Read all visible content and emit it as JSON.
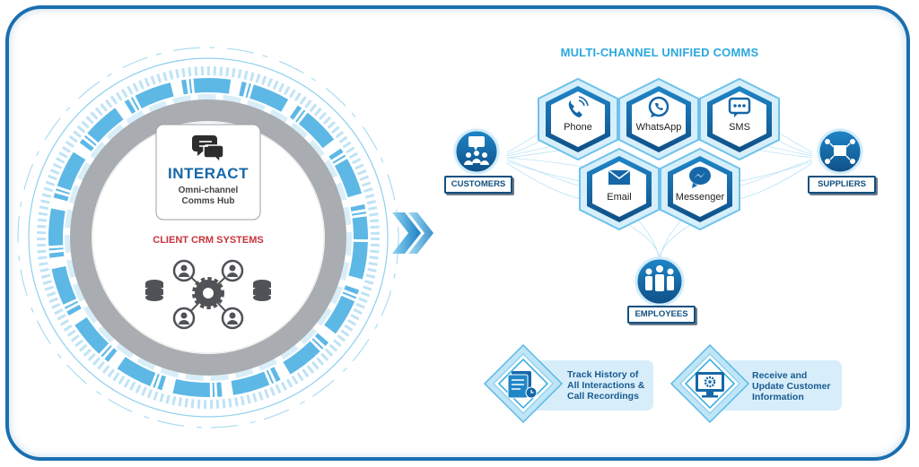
{
  "title": "MULTI-CHANNEL UNIFIED COMMS",
  "hub": {
    "title": "INTERACT",
    "subtitle_line1": "Omni-channel",
    "subtitle_line2": "Comms Hub",
    "crm_label": "CLIENT CRM SYSTEMS",
    "chat_icon": "chat-bubbles-icon",
    "network_icon": "gear-network-icon",
    "database_icon": "database-icon"
  },
  "channels": [
    {
      "label": "Phone",
      "icon": "phone-icon"
    },
    {
      "label": "WhatsApp",
      "icon": "whatsapp-icon"
    },
    {
      "label": "SMS",
      "icon": "sms-icon"
    },
    {
      "label": "Email",
      "icon": "email-icon"
    },
    {
      "label": "Messenger",
      "icon": "messenger-icon"
    }
  ],
  "nodes": {
    "customers": "CUSTOMERS",
    "suppliers": "SUPPLIERS",
    "employees": "EMPLOYEES"
  },
  "features": [
    {
      "line1": "Track History of",
      "line2": "All Interactions &",
      "line3": "Call Recordings",
      "icon": "document-history-icon"
    },
    {
      "line1": "Receive and",
      "line2": "Update Customer",
      "line3": "Information",
      "icon": "monitor-settings-icon"
    }
  ],
  "colors": {
    "frame": "#1a6fb0",
    "hex": "#1667a8",
    "accent": "#2aa8de",
    "crm": "#c7333b"
  }
}
